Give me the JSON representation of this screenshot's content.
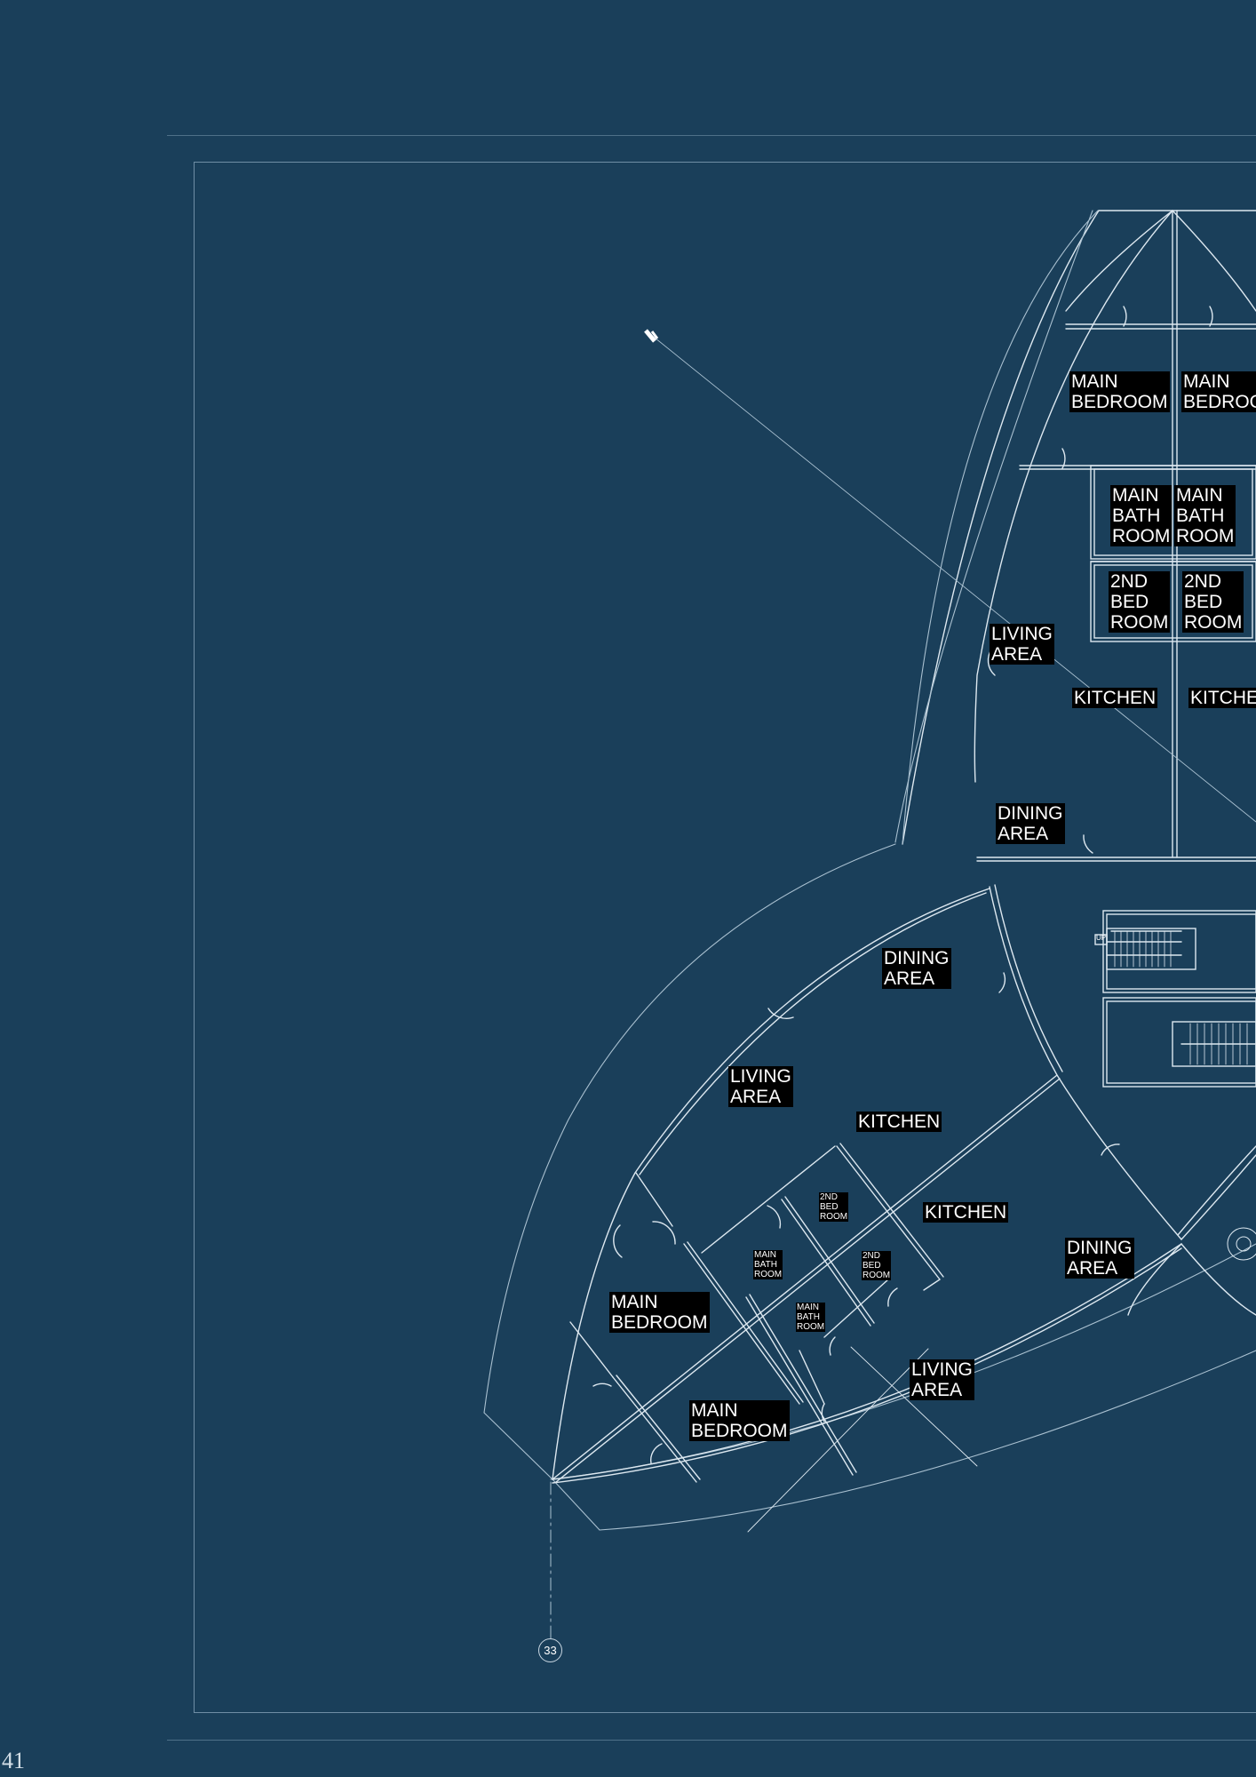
{
  "page_number": "41",
  "grid_marker": "33",
  "rooms": {
    "r1": [
      "MAIN",
      "BEDROOM"
    ],
    "r2": [
      "MAIN",
      "BEDROO"
    ],
    "r3": [
      "MAIN",
      "BATH",
      "ROOM"
    ],
    "r4": [
      "MAIN",
      "BATH",
      "ROOM"
    ],
    "r5": [
      "2ND",
      "BED",
      "ROOM"
    ],
    "r6": [
      "2ND",
      "BED",
      "ROOM"
    ],
    "r7": [
      "LIVING",
      "AREA"
    ],
    "r8": [
      "KITCHEN"
    ],
    "r9": [
      "KITCHE"
    ],
    "r10": [
      "DINING",
      "AREA"
    ],
    "r11": [
      "DINING",
      "AREA"
    ],
    "r12": [
      "LIVING",
      "AREA"
    ],
    "r13": [
      "KITCHEN"
    ],
    "r14": [
      "2ND",
      "BED",
      "ROOM"
    ],
    "r15": [
      "KITCHEN"
    ],
    "r16": [
      "MAIN",
      "BATH",
      "ROOM"
    ],
    "r17": [
      "2ND",
      "BED",
      "ROOM"
    ],
    "r18": [
      "DINING",
      "AREA"
    ],
    "r19": [
      "MAIN",
      "BEDROOM"
    ],
    "r20": [
      "MAIN",
      "BATH",
      "ROOM"
    ],
    "r21": [
      "LIVING",
      "AREA"
    ],
    "r22": [
      "MAIN",
      "BEDROOM"
    ]
  },
  "stair_label": "UP",
  "colors": {
    "background": "#1a3f5a",
    "linework": "#dde8f0",
    "label_bg": "#000000"
  }
}
